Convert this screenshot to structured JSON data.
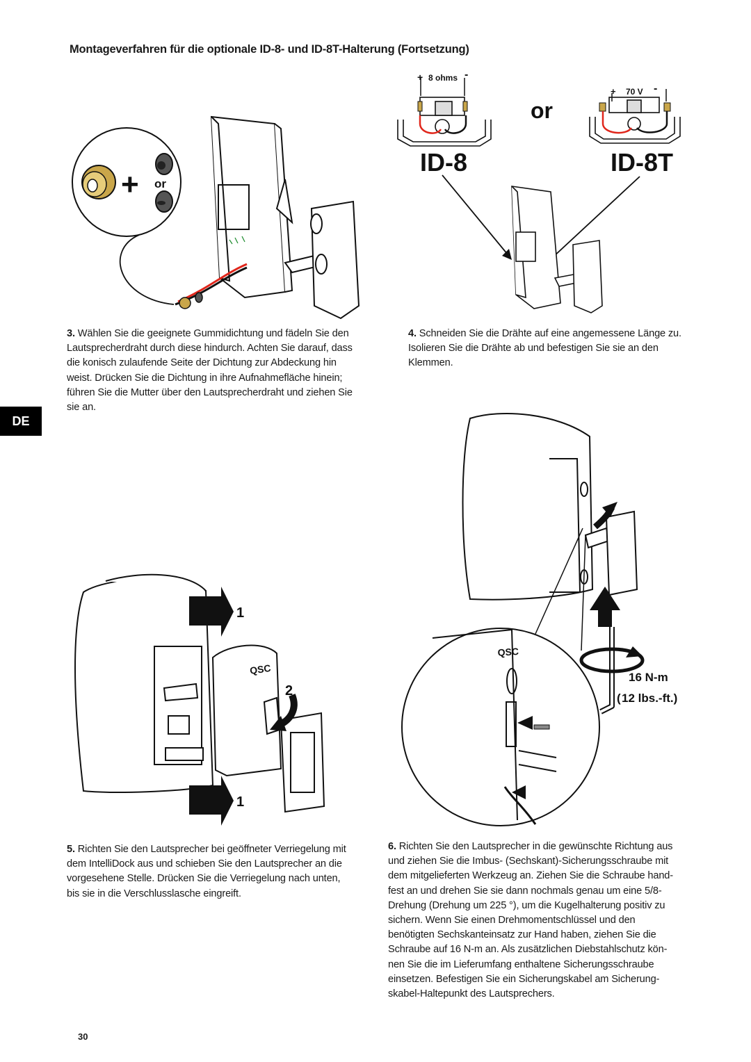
{
  "page": {
    "title": "Montageverfahren für die optionale ID-8- und ID-8T-Halterung (Fortsetzung)",
    "language_tab": "DE",
    "page_number": "30"
  },
  "steps": [
    {
      "num": "3.",
      "text": "Wählen Sie die geeignete Gummidichtung und fädeln Sie den Lautsprecherdraht durch diese hindurch. Achten Sie darauf, dass die konisch zulaufende Seite der Dichtung zur Abdeckung hin weist. Drücken Sie die Dichtung in ihre Aufnahmefläche hinein; führen Sie die Mutter über den Lautsprecherdraht und ziehen Sie sie an."
    },
    {
      "num": "4.",
      "text": "Schneiden Sie die Drähte auf eine angemessene Länge zu. Isolieren Sie die Drähte ab und befestigen Sie sie an den Klemmen."
    },
    {
      "num": "5.",
      "text": "Richten Sie den Lautsprecher bei geöffneter Verriegelung mit dem IntelliDock aus und schieben Sie den Lautsprecher an die vorgesehene Stelle. Drücken Sie die Verriegelung nach unten, bis sie in die Verschlusslasche eingreift."
    },
    {
      "num": "6.",
      "text": "Richten Sie den Lautsprecher in die gewünschte Richtung aus und ziehen Sie die Imbus- (Sechskant)-Sicherungsschraube mit dem mitgelieferten Werkzeug an. Ziehen Sie die Schraube hand-fest an und drehen Sie sie dann nochmals genau um eine 5/8-Drehung (Drehung um 225 °), um die Kugelhalterung positiv zu sichern. Wenn Sie einen Drehmomentschlüssel und den benötigten Sechskanteinsatz zur Hand haben, ziehen Sie die Schraube auf 16 N-m an. Als zusätzlichen Diebstahlschutz kön-nen Sie die im Lieferumfang enthaltene Sicherungsschraube einsetzen. Befestigen Sie ein Sicherungskabel am Sicherung-skabel-Haltepunkt des Lautsprechers."
    }
  ],
  "figures": {
    "fig1": {
      "or": "or"
    },
    "fig2": {
      "plus": "+",
      "minus": "-",
      "ohms": "8 ohms",
      "volts": "70 V",
      "or": "or",
      "model_a": "ID-8",
      "model_b": "ID-8T"
    },
    "fig3": {
      "label1_top": "1",
      "label2": "2",
      "label1_bottom": "1"
    },
    "fig4": {
      "torque_nm": "16 N-m",
      "torque_ft": "12 lbs.-ft.)",
      "torque_open": "("
    }
  },
  "colors": {
    "wire_red": "#e0261b",
    "ink": "#111111",
    "tab_bg": "#000000"
  }
}
